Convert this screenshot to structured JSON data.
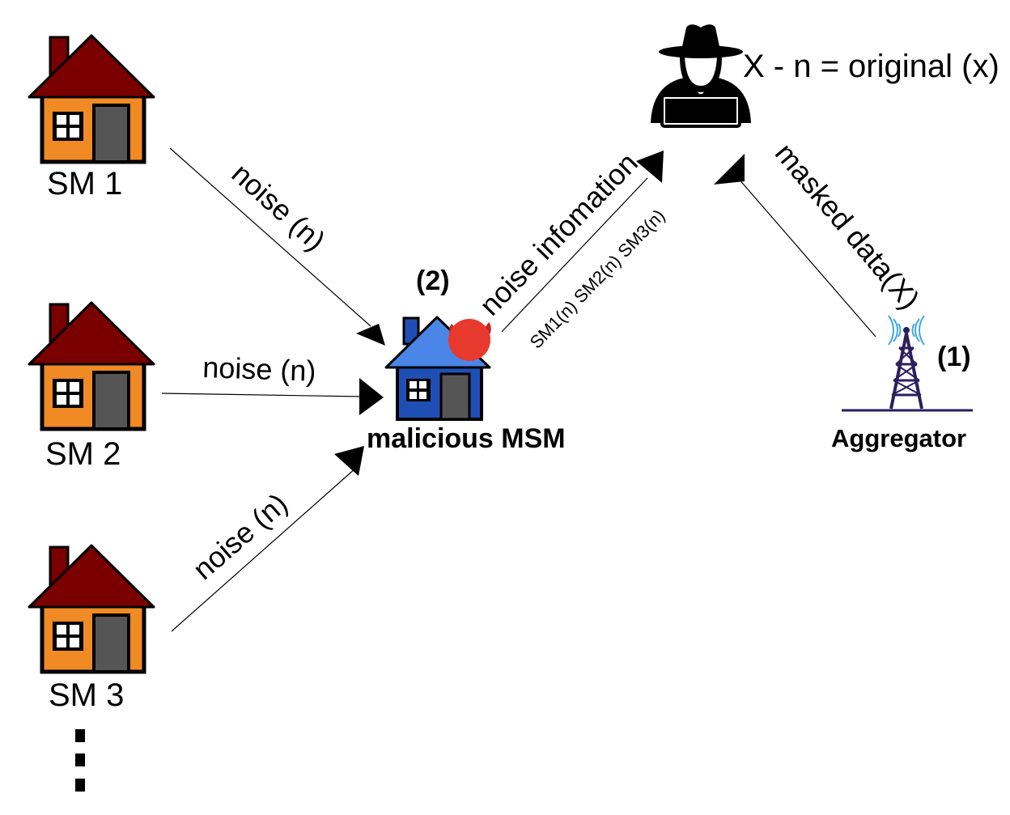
{
  "houses": {
    "sm1": "SM 1",
    "sm2": "SM 2",
    "sm3": "SM 3"
  },
  "edges": {
    "sm1_noise": "noise (n)",
    "sm2_noise": "noise (n)",
    "sm3_noise": "noise (n)",
    "noise_info": "noise infomation",
    "noise_list": "SM1(n) SM2(n) SM3(n)",
    "masked": "masked data(X)"
  },
  "nodes": {
    "malicious_label": "malicious MSM",
    "malicious_step": "(2)",
    "aggregator_label": "Aggregator",
    "aggregator_step": "(1)",
    "attacker_formula": "X - n = original (x)"
  },
  "icons": {
    "house": "house-icon",
    "malicious_house": "malicious-house-icon",
    "devil": "devil-icon",
    "attacker": "hacker-icon",
    "tower": "radio-tower-icon",
    "continuation": "vertical-ellipsis-icon"
  },
  "colors": {
    "roof": "#7a0000",
    "wall": "#f08a24",
    "door": "#555555",
    "malicious_roof": "#4a86e8",
    "malicious_wall": "#1f4fb5",
    "devil": "#e8392f",
    "tower": "#2b1f5e",
    "signal": "#3fa9e0"
  }
}
